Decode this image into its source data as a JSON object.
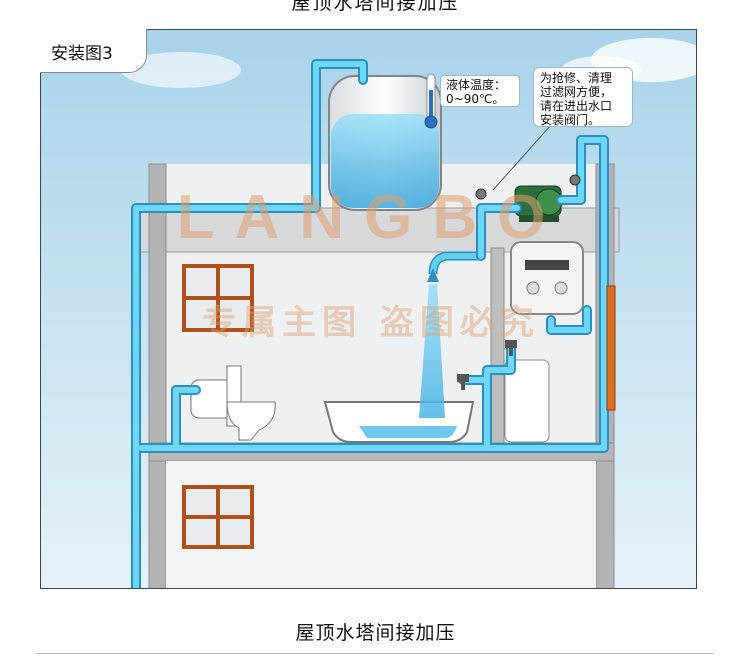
{
  "header": {
    "title": "屋顶水塔间接加压"
  },
  "badge": {
    "label": "安装图3"
  },
  "notes": {
    "temperature": [
      "液体温度：",
      "0~90℃。"
    ],
    "valve": [
      "为抢修、清理",
      "过滤网方便，",
      "请在进出水口",
      "安装阀门。"
    ]
  },
  "watermark": {
    "brand": "LANGBO",
    "text": "专属主图 盗图必究"
  },
  "caption": "屋顶水塔间接加压",
  "colors": {
    "pipe": "#5fd0f0",
    "pipe_edge": "#2b8fbf",
    "wall": "#a9a9a9",
    "window": "#b0501a",
    "sky": "#c4e1ef",
    "water": "#7dd2f2",
    "watermark": "#e0a070"
  }
}
